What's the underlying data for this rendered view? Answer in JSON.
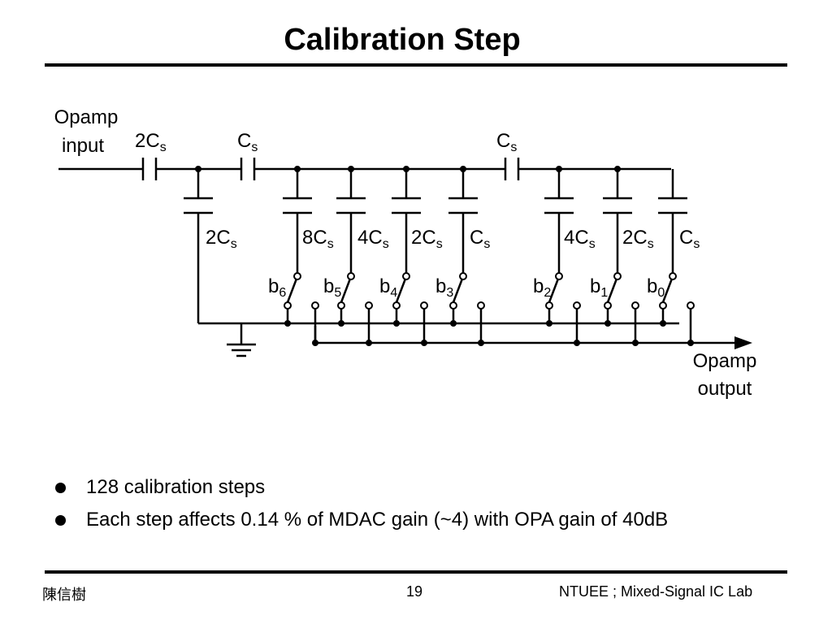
{
  "slide": {
    "title": "Calibration Step",
    "bullets": [
      "128 calibration steps",
      "Each step affects 0.14 % of MDAC gain (~4) with OPA gain of 40dB"
    ],
    "footer": {
      "author": "陳信樹",
      "page": "19",
      "lab": "NTUEE ; Mixed-Signal IC Lab"
    }
  },
  "diagram": {
    "input_label": [
      "Opamp",
      "input"
    ],
    "output_label": [
      "Opamp",
      "output"
    ],
    "series_caps": [
      {
        "id": "input-series",
        "main": "2C",
        "sub": "s"
      },
      {
        "id": "coupling-1",
        "main": "C",
        "sub": "s"
      },
      {
        "id": "coupling-2",
        "main": "C",
        "sub": "s"
      }
    ],
    "fixed_shunt_cap": {
      "main": "2C",
      "sub": "s"
    },
    "switched_caps": [
      {
        "cap": "8C",
        "cap_sub": "s",
        "bit": "b",
        "bit_sub": "6"
      },
      {
        "cap": "4C",
        "cap_sub": "s",
        "bit": "b",
        "bit_sub": "5"
      },
      {
        "cap": "2C",
        "cap_sub": "s",
        "bit": "b",
        "bit_sub": "4"
      },
      {
        "cap": "C",
        "cap_sub": "s",
        "bit": "b",
        "bit_sub": "3"
      },
      {
        "cap": "4C",
        "cap_sub": "s",
        "bit": "b",
        "bit_sub": "2"
      },
      {
        "cap": "2C",
        "cap_sub": "s",
        "bit": "b",
        "bit_sub": "1"
      },
      {
        "cap": "C",
        "cap_sub": "s",
        "bit": "b",
        "bit_sub": "0"
      }
    ]
  }
}
